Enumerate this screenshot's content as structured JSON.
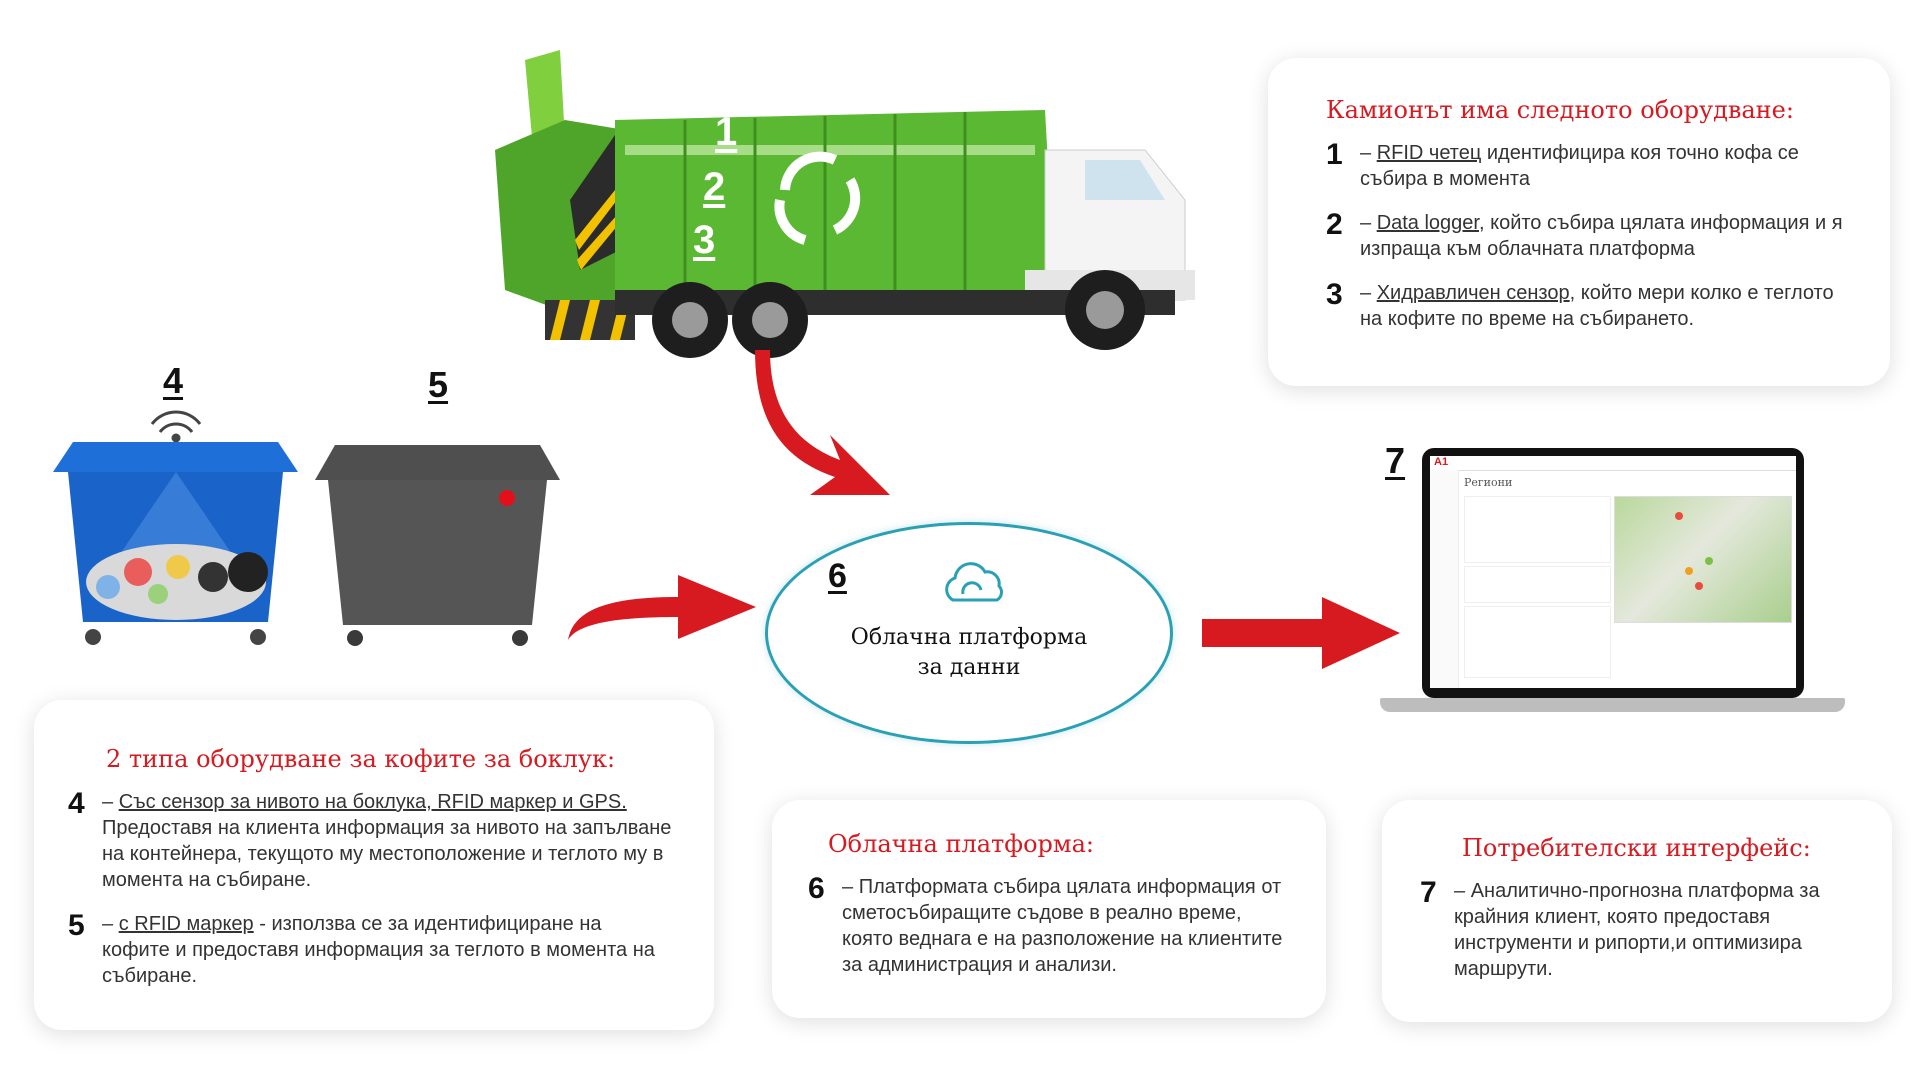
{
  "truck_card": {
    "title": "Камионът има следното оборудване:",
    "items": [
      {
        "num": "1",
        "link": "RFID четец",
        "text": " идентифицира коя точно кофа се събира в момента"
      },
      {
        "num": "2",
        "link": "Data logger",
        "text": ", който събира цялата информация и я изпраща към облачната платформа"
      },
      {
        "num": "3",
        "link": "Хидравличен сензор",
        "text": ", който мери колко е теглото на кофите по време на събирането."
      }
    ]
  },
  "bins_card": {
    "title": "2 типа оборудване за кофите за боклук:",
    "items": [
      {
        "num": "4",
        "link": "Със сензор за нивото на боклука, RFID маркер и GPS.",
        "text": " Предоставя на клиента информация за нивото на запълване на контейнера, текущото му местоположение и теглото му в момента на събиране."
      },
      {
        "num": "5",
        "link": "с RFID маркер",
        "text": "  - използва се за идентифициране на кофите и предоставя информация за теглото в момента на събиране."
      }
    ]
  },
  "cloud_card": {
    "title": "Облачна платформа:",
    "items": [
      {
        "num": "6",
        "text": "Платформата събира цялата информация от сметосъбиращите съдове в реално време, която веднага е на разположение на клиентите за администрация и анализи."
      }
    ]
  },
  "ui_card": {
    "title": "Потребителски интерфейс:",
    "items": [
      {
        "num": "7",
        "text": "Аналитично-прогнозна платформа за крайния клиент, която предоставя инструменти и рипорти,и оптимизира маршрути."
      }
    ]
  },
  "cloud_node": {
    "num": "6",
    "label_line1": "Облачна платформа",
    "label_line2": "за данни"
  },
  "labels": {
    "bin_smart": "4",
    "bin_plain": "5",
    "laptop": "7",
    "truck_1": "1",
    "truck_2": "2",
    "truck_3": "3"
  },
  "laptop_screen": {
    "title": "Региони",
    "logo": "A1"
  },
  "colors": {
    "accent_red": "#d71920",
    "truck_green": "#5bb832",
    "bin_blue": "#1a63c9",
    "bin_grey": "#555555"
  }
}
